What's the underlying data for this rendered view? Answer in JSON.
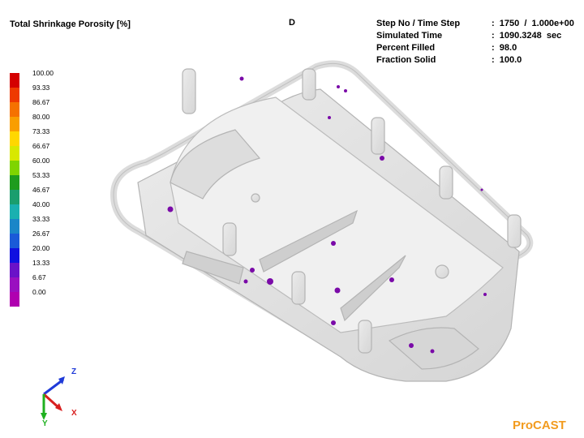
{
  "header": {
    "result_title": "Total Shrinkage Porosity [%]",
    "view_label": "D"
  },
  "info_panel": [
    {
      "key": "Step No / Time Step",
      "value": ":  1750  /  1.000e+00"
    },
    {
      "key": "Simulated Time",
      "value": ":  1090.3248  sec"
    },
    {
      "key": "Percent Filled",
      "value": ":  98.0"
    },
    {
      "key": "Fraction Solid",
      "value": ":  100.0"
    }
  ],
  "legend": {
    "labels": [
      "100.00",
      "93.33",
      "86.67",
      "80.00",
      "73.33",
      "66.67",
      "60.00",
      "53.33",
      "46.67",
      "40.00",
      "33.33",
      "26.67",
      "20.00",
      "13.33",
      "6.67",
      "0.00"
    ],
    "colors": [
      "#d40000",
      "#ee3a00",
      "#f57200",
      "#f99e00",
      "#ffd700",
      "#d8e800",
      "#7fd400",
      "#1e9c1e",
      "#1a9e6e",
      "#1ab0b0",
      "#1a86c8",
      "#1a5ad8",
      "#1010e0",
      "#6a12c8",
      "#9a10c0",
      "#b000b0"
    ]
  },
  "axes": {
    "z": "Z",
    "y": "Y",
    "x": "X"
  },
  "brand": "ProCAST",
  "colors": {
    "defect": "#7a0aa8",
    "part_stroke": "#9a9a9a",
    "part_fill": "#dcdcdc",
    "brand": "#f29b1e"
  }
}
